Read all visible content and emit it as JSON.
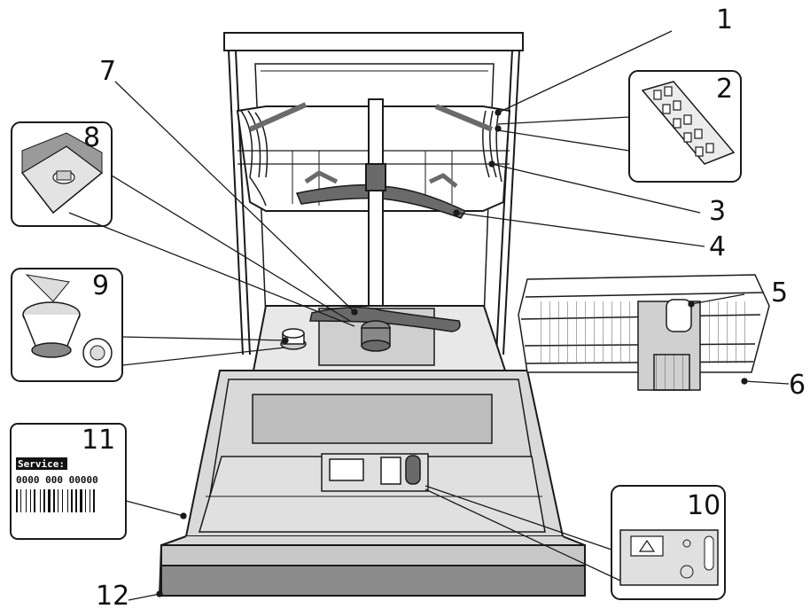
{
  "callouts": {
    "c1": "1",
    "c2": "2",
    "c3": "3",
    "c4": "4",
    "c5": "5",
    "c6": "6",
    "c7": "7",
    "c8": "8",
    "c9": "9",
    "c10": "10",
    "c11": "11",
    "c12": "12"
  },
  "service_label": {
    "title": "Service:",
    "number": "0000 000 00000"
  },
  "colors": {
    "line": "#1a1a1a",
    "panel": "#d9d9d9",
    "panel_dark": "#bdbdbd",
    "arm": "#6a6a6a",
    "base": "#8c8c8c"
  }
}
